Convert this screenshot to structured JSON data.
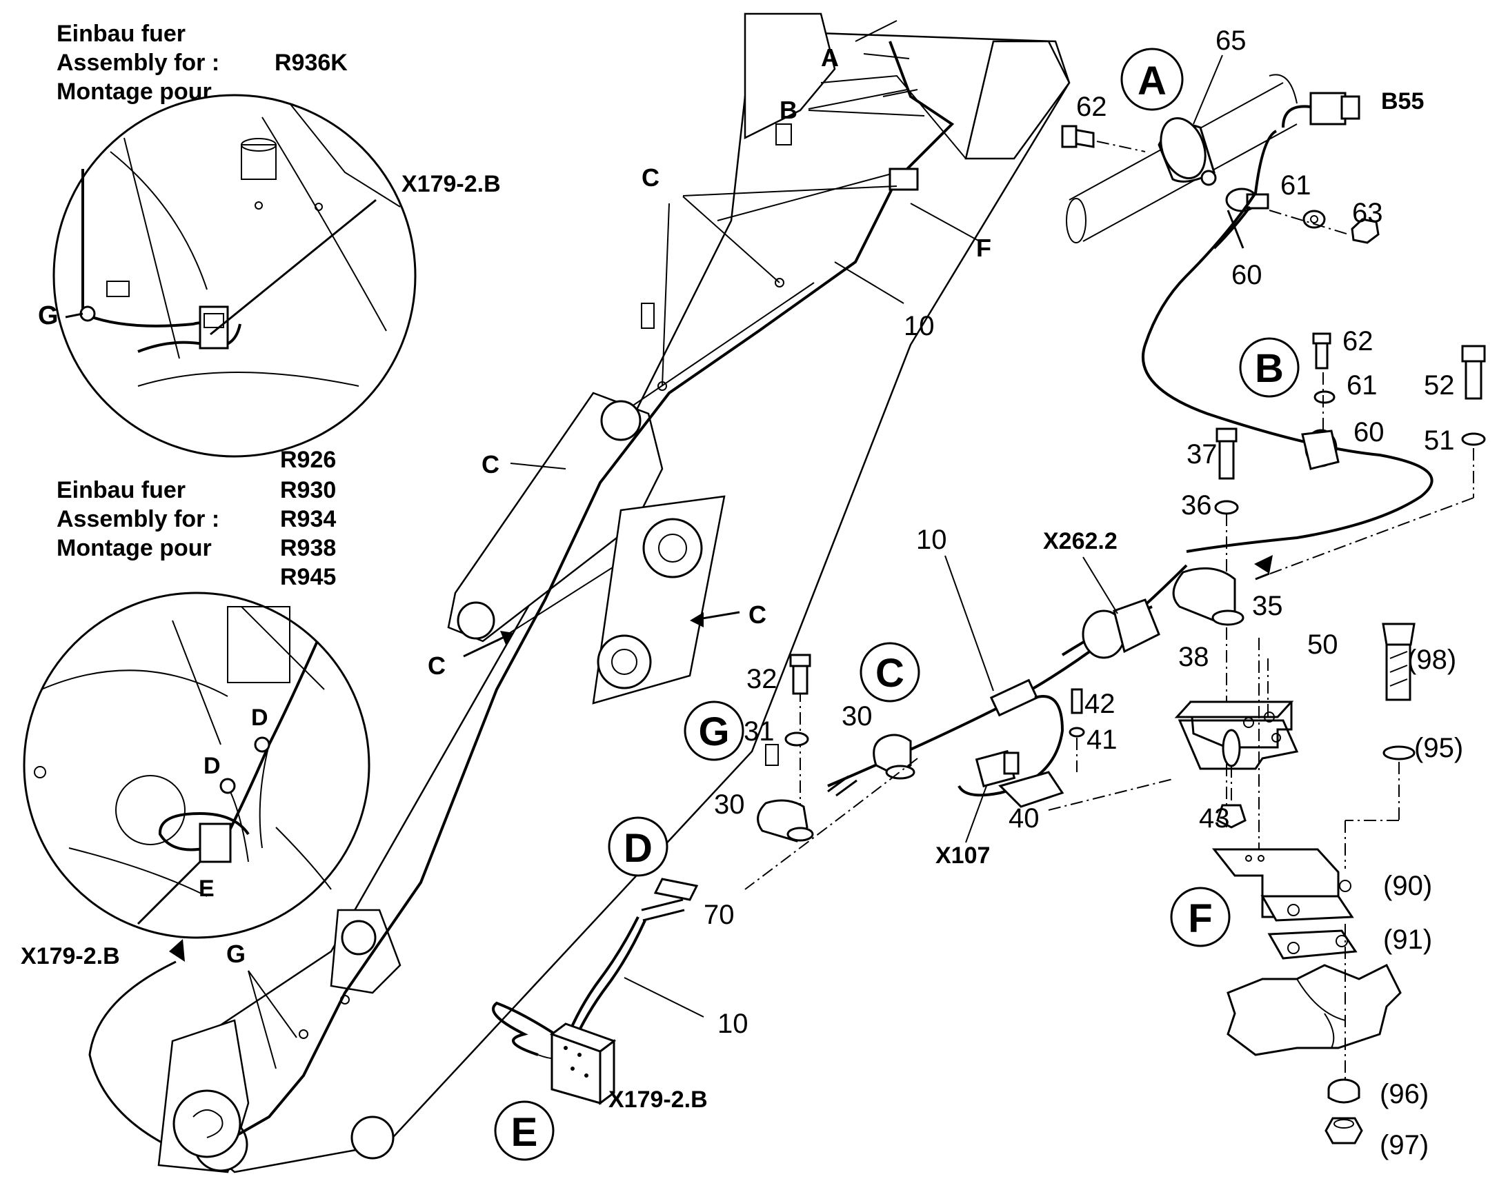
{
  "header_k": {
    "l1": "Einbau fuer",
    "l2": "Assembly for   :",
    "l3": "Montage pour",
    "model": "R936K"
  },
  "header_multi": {
    "l1": "Einbau fuer",
    "l2": "Assembly for   :",
    "l3": "Montage pour",
    "models": [
      "R926",
      "R930",
      "R934",
      "R938",
      "R945"
    ]
  },
  "refs": {
    "x179_top": "X179-2.B",
    "x179_bottom": "X179-2.B",
    "x179_e": "X179-2.B",
    "b55": "B55",
    "x262": "X262.2",
    "x107": "X107"
  },
  "boom_labels": {
    "a": "A",
    "b": "B",
    "c1": "C",
    "c2": "C",
    "c3": "C",
    "c4": "C",
    "f": "F",
    "g": "G",
    "n10": "10"
  },
  "inset_labels": {
    "g": "G",
    "d1": "D",
    "d2": "D",
    "e": "E"
  },
  "detail_letters": {
    "a": "A",
    "b": "B",
    "c": "C",
    "d": "D",
    "e": "E",
    "f": "F",
    "g": "G"
  },
  "parts": {
    "p65": "65",
    "p62a": "62",
    "p61a": "61",
    "p63": "63",
    "p60a": "60",
    "p62b": "62",
    "p61b": "61",
    "p60b": "60",
    "p52": "52",
    "p51": "51",
    "p37": "37",
    "p36": "36",
    "p35": "35",
    "p38": "38",
    "p50": "50",
    "p10a": "10",
    "p32": "32",
    "p31": "31",
    "p30a": "30",
    "p30b": "30",
    "p42": "42",
    "p41": "41",
    "p40": "40",
    "p43": "43",
    "p70": "70",
    "p10b": "10",
    "p98": "(98)",
    "p95": "(95)",
    "p90": "(90)",
    "p91": "(91)",
    "p96": "(96)",
    "p97": "(97)"
  }
}
